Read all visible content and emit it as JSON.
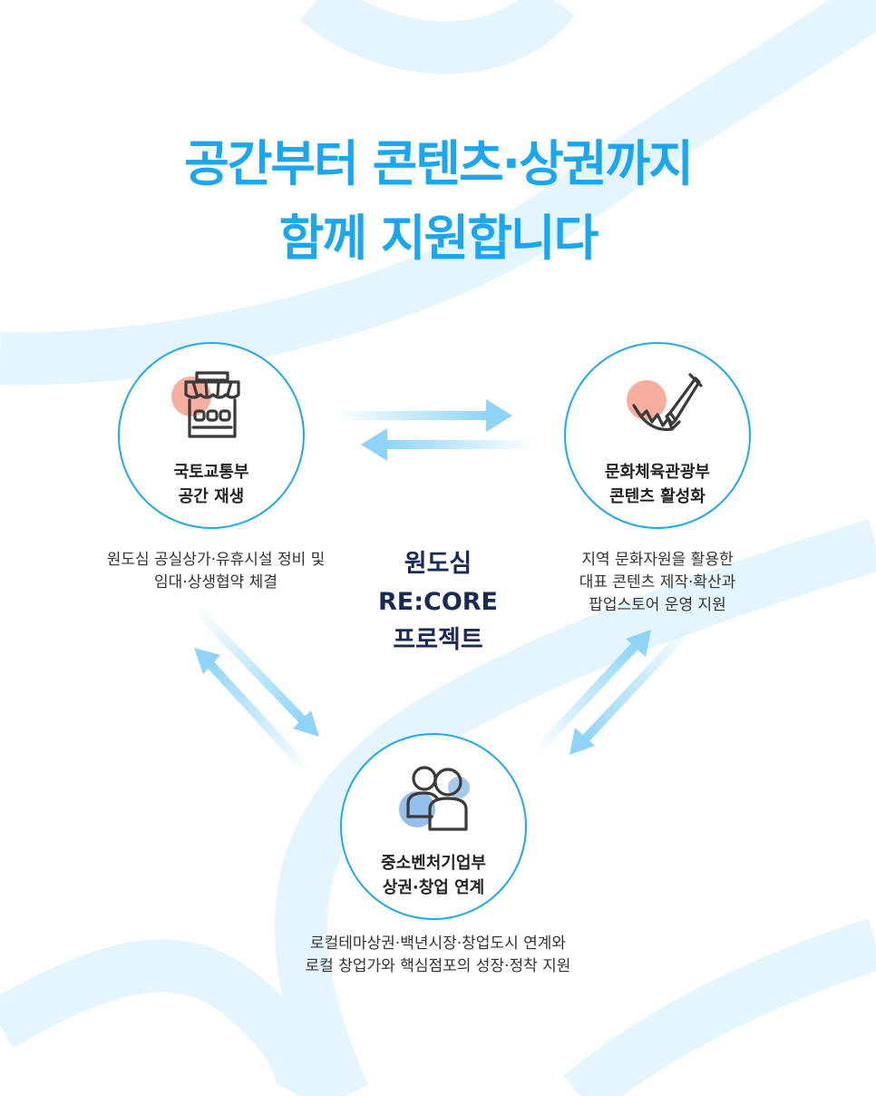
{
  "title": {
    "line1": "공간부터 콘텐츠·상권까지",
    "line2": "함께 지원합니다"
  },
  "center": {
    "line1": "원도심",
    "line2": "RE:CORE",
    "line3": "프로젝트"
  },
  "nodes": [
    {
      "icon": "storefront-icon",
      "label_line1": "국토교통부",
      "label_line2": "공간 재생",
      "desc_line1": "원도심 공실상가·유휴시설 정비 및",
      "desc_line2": "임대·상생협약 체결"
    },
    {
      "icon": "paintbrush-icon",
      "label_line1": "문화체육관광부",
      "label_line2": "콘텐츠 활성화",
      "desc_line1": "지역 문화자원을 활용한",
      "desc_line2": "대표 콘텐츠 제작·확산과",
      "desc_line3": "팝업스토어 운영 지원"
    },
    {
      "icon": "people-icon",
      "label_line1": "중소벤처기업부",
      "label_line2": "상권·창업 연계",
      "desc_line1": "로컬테마상권·백년시장·창업도시 연계와",
      "desc_line2": "로컬 창업가와 핵심점포의 성장·정착 지원"
    }
  ],
  "colors": {
    "title": "#1aa6f0",
    "circle_border": "#23a8ec",
    "center_text": "#1a2a54",
    "ribbon": "#e3f4fd",
    "arrow": "#8fd4f7",
    "accent_orange": "#f4826a",
    "accent_blue": "#5b9ee0"
  }
}
